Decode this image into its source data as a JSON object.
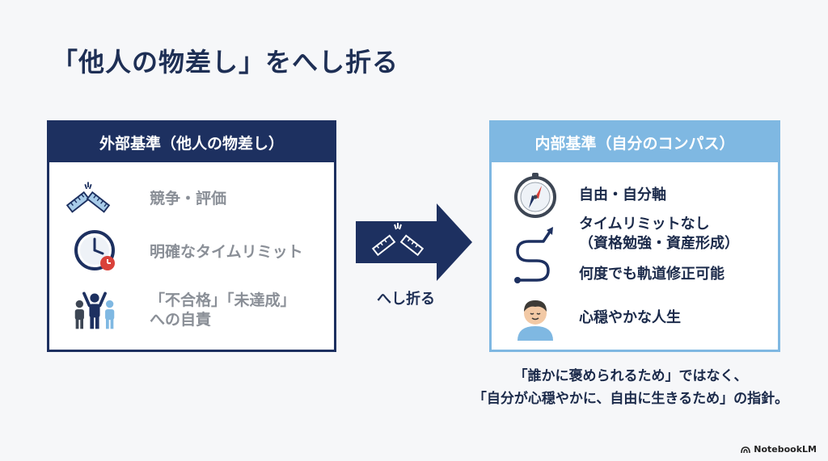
{
  "title": "「他人の物差し」をへし折る",
  "left_panel": {
    "header": "外部基準（他人の物差し）",
    "items": [
      {
        "icon": "broken-ruler-icon",
        "lines": [
          "競争・評価"
        ]
      },
      {
        "icon": "clock-icon",
        "lines": [
          "明確なタイムリミット"
        ]
      },
      {
        "icon": "people-group-icon",
        "lines": [
          "「不合格」「未達成」",
          "への自責"
        ]
      }
    ]
  },
  "arrow": {
    "icon": "broken-ruler-icon",
    "label": "へし折る"
  },
  "right_panel": {
    "header": "内部基準（自分のコンパス）",
    "items": [
      {
        "icon": "compass-icon",
        "lines": [
          "自由・自分軸"
        ]
      },
      {
        "icon": "winding-path-icon",
        "lines": [
          "タイムリミットなし",
          "（資格勉強・資産形成）"
        ]
      },
      {
        "icon": "winding-path-icon",
        "lines": [
          "何度でも軌道修正可能"
        ]
      },
      {
        "icon": "calm-person-icon",
        "lines": [
          "心穏やかな人生"
        ]
      }
    ]
  },
  "footer": {
    "line1": "「誰かに褒められるため」ではなく、",
    "line2": "「自分が心穏やかに、自由に生きるため」の指針。"
  },
  "brand": "NotebookLM",
  "colors": {
    "navy": "#1d3060",
    "light_blue": "#7fb8e2",
    "gray_text": "#8a8f97",
    "red_accent": "#d9413a"
  }
}
